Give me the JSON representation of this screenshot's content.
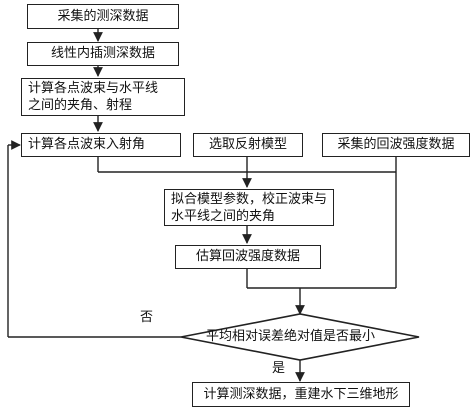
{
  "nodes": {
    "collected_depth": "采集的测深数据",
    "linear_interp": "线性内插测深数据",
    "compute_angle_line1": "计算各点波束与水平线",
    "compute_angle_line2": "之间的夹角、射程",
    "compute_incidence": "计算各点波束入射角",
    "select_model": "选取反射模型",
    "collected_backscatter": "采集的回波强度数据",
    "fit_model_line1": "拟合模型参数，校正波束与",
    "fit_model_line2": "水平线之间的夹角",
    "estimate_backscatter": "估算回波强度数据",
    "decision": "平均相对误差绝对值是否最小",
    "final": "计算测深数据，重建水下三维地形"
  },
  "edge_labels": {
    "no": "否",
    "yes": "是"
  }
}
